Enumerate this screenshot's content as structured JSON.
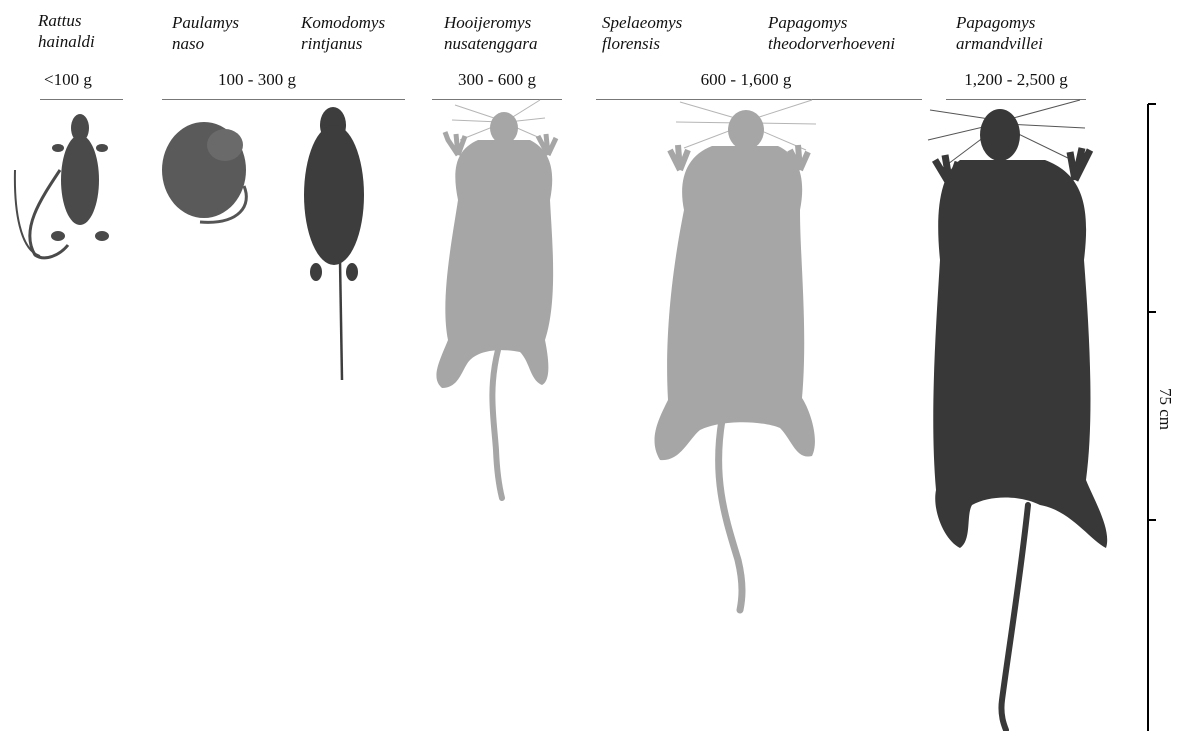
{
  "species": [
    {
      "genus": "Rattus",
      "epithet": "hainaldi"
    },
    {
      "genus": "Paulamys",
      "epithet": "naso"
    },
    {
      "genus": "Komodomys",
      "epithet": "rintjanus"
    },
    {
      "genus": "Hooijeromys",
      "epithet": "nusatenggara"
    },
    {
      "genus": "Spelaeomys",
      "epithet": "florensis"
    },
    {
      "genus": "Papagomys",
      "epithet": "theodorverhoeveni"
    },
    {
      "genus": "Papagomys",
      "epithet": "armandvillei"
    }
  ],
  "mass_ranges": [
    "<100 g",
    "100 - 300 g",
    "300 - 600 g",
    "600 - 1,600 g",
    "1,200 - 2,500 g"
  ],
  "scale_bar": {
    "label": "75 cm"
  },
  "colors": {
    "photo_dark": "#3a3a3a",
    "silhouette": "#a6a6a6",
    "rule": "#777777"
  }
}
